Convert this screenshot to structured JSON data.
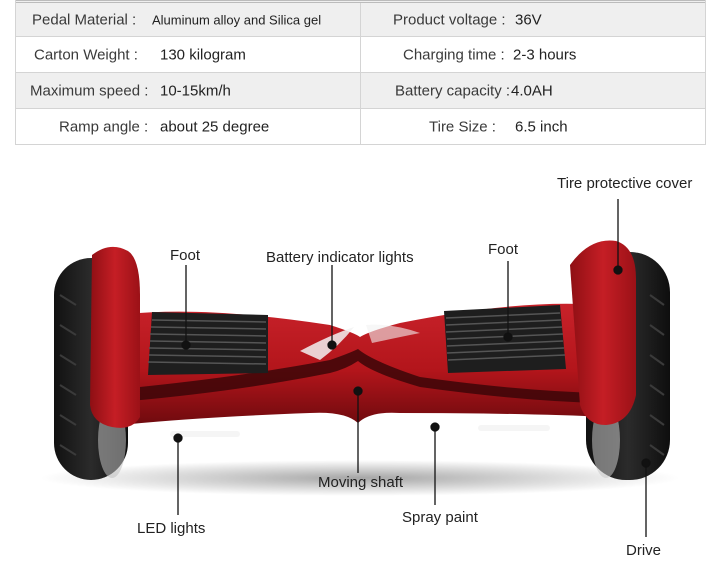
{
  "specs": [
    {
      "left_label": "Pedal Material :",
      "left_value": "Aluminum alloy and Silica gel",
      "right_label": "Product voltage :",
      "right_value": "36V"
    },
    {
      "left_label": "Carton Weight :",
      "left_value": "130 kilogram",
      "right_label": "Charging time :",
      "right_value": "2-3 hours"
    },
    {
      "left_label": "Maximum speed :",
      "left_value": "10-15km/h",
      "right_label": "Battery capacity :",
      "right_value": "4.0AH"
    },
    {
      "left_label": "Ramp angle :",
      "left_value": "about 25 degree",
      "right_label": "Tire Size :",
      "right_value": "6.5 inch"
    }
  ],
  "callouts": {
    "tire_cover": "Tire protective cover",
    "foot_left": "Foot",
    "battery_lights": "Battery indicator lights",
    "foot_right": "Foot",
    "moving_shaft": "Moving shaft",
    "spray_paint": "Spray paint",
    "led_lights": "LED lights",
    "drive": "Drive"
  },
  "colors": {
    "body_red": "#b3151b",
    "body_dark": "#7d0c10",
    "tire": "#1b1b1b",
    "pad": "#2a2a2a"
  }
}
